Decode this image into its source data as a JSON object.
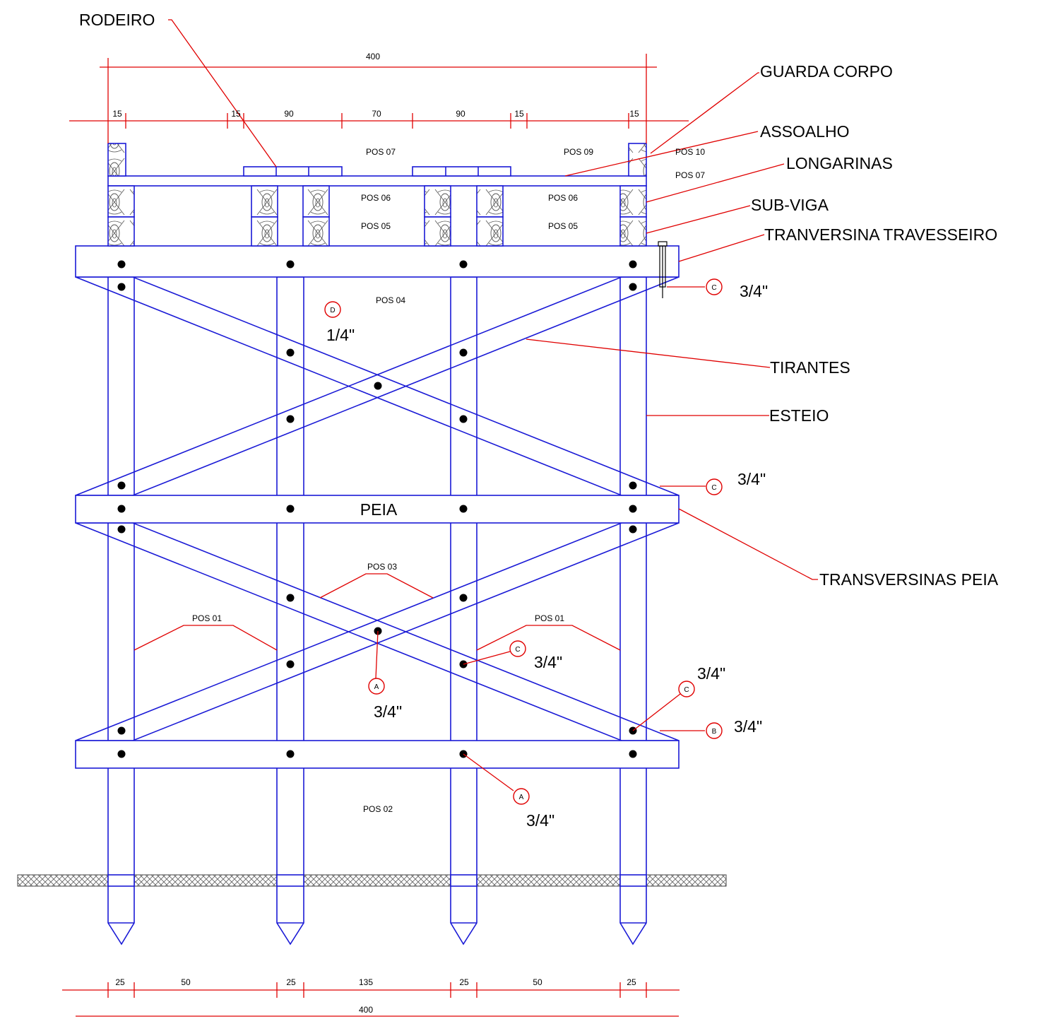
{
  "callouts": {
    "rodeiro": "RODEIRO",
    "guarda_corpo": "GUARDA CORPO",
    "assoalho": "ASSOALHO",
    "longarinas": "LONGARINAS",
    "sub_viga": "SUB-VIGA",
    "transversina_travesseiro": "TRANVERSINA TRAVESSEIRO",
    "tirantes": "TIRANTES",
    "esteio": "ESTEIO",
    "transversinas_peia": "TRANSVERSINAS PEIA"
  },
  "center_label": "PEIA",
  "top_dimensions": {
    "total": "400",
    "segments": [
      "15",
      "15",
      "90",
      "70",
      "90",
      "15",
      "15"
    ]
  },
  "bottom_dimensions": {
    "total": "400",
    "segments": [
      "25",
      "50",
      "25",
      "135",
      "25",
      "50",
      "25"
    ]
  },
  "positions": {
    "pos01": "POS 01",
    "pos02": "POS 02",
    "pos03": "POS 03",
    "pos04": "POS 04",
    "pos05": "POS 05",
    "pos06": "POS 06",
    "pos07": "POS 07",
    "pos09": "POS 09",
    "pos10": "POS 10"
  },
  "bolt_marks": {
    "a": "A",
    "b": "B",
    "c": "C",
    "d": "D"
  },
  "bolt_sizes": {
    "three_quarter": "3/4\"",
    "one_quarter": "1/4\""
  },
  "colors": {
    "structure": "#1a1ad6",
    "annotation": "#e00000",
    "text": "#000000"
  }
}
